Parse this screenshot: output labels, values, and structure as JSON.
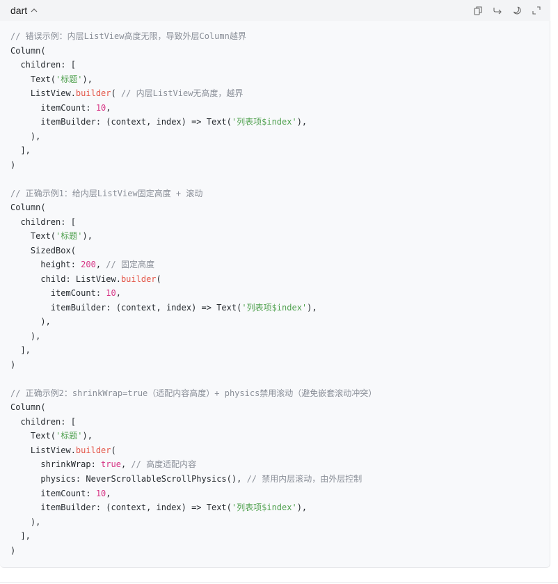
{
  "header": {
    "language": "dart",
    "collapse_icon": "chevron-up-icon",
    "actions": [
      {
        "name": "copy",
        "icon": "copy-icon"
      },
      {
        "name": "wrap",
        "icon": "wrap-arrow-icon"
      },
      {
        "name": "theme",
        "icon": "moon-icon"
      },
      {
        "name": "fullscreen",
        "icon": "expand-icon"
      }
    ]
  },
  "code": {
    "lines": [
      [
        {
          "t": "// 错误示例：内层ListView高度无限，导致外层Column越界",
          "c": "cm"
        }
      ],
      [
        {
          "t": "Column(",
          "c": ""
        }
      ],
      [
        {
          "t": "  children: [",
          "c": ""
        }
      ],
      [
        {
          "t": "    Text(",
          "c": ""
        },
        {
          "t": "'标题'",
          "c": "str"
        },
        {
          "t": "),",
          "c": ""
        }
      ],
      [
        {
          "t": "    ListView.",
          "c": ""
        },
        {
          "t": "builder",
          "c": "fn"
        },
        {
          "t": "( ",
          "c": ""
        },
        {
          "t": "// 内层ListView无高度，越界",
          "c": "cm"
        }
      ],
      [
        {
          "t": "      itemCount: ",
          "c": ""
        },
        {
          "t": "10",
          "c": "num"
        },
        {
          "t": ",",
          "c": ""
        }
      ],
      [
        {
          "t": "      itemBuilder: (context, index) => Text(",
          "c": ""
        },
        {
          "t": "'列表项$index'",
          "c": "str"
        },
        {
          "t": "),",
          "c": ""
        }
      ],
      [
        {
          "t": "    ),",
          "c": ""
        }
      ],
      [
        {
          "t": "  ],",
          "c": ""
        }
      ],
      [
        {
          "t": ")",
          "c": ""
        }
      ],
      [
        {
          "t": "",
          "c": ""
        }
      ],
      [
        {
          "t": "// 正确示例1：给内层ListView固定高度 + 滚动",
          "c": "cm"
        }
      ],
      [
        {
          "t": "Column(",
          "c": ""
        }
      ],
      [
        {
          "t": "  children: [",
          "c": ""
        }
      ],
      [
        {
          "t": "    Text(",
          "c": ""
        },
        {
          "t": "'标题'",
          "c": "str"
        },
        {
          "t": "),",
          "c": ""
        }
      ],
      [
        {
          "t": "    SizedBox(",
          "c": ""
        }
      ],
      [
        {
          "t": "      height: ",
          "c": ""
        },
        {
          "t": "200",
          "c": "num"
        },
        {
          "t": ", ",
          "c": ""
        },
        {
          "t": "// 固定高度",
          "c": "cm"
        }
      ],
      [
        {
          "t": "      child: ListView.",
          "c": ""
        },
        {
          "t": "builder",
          "c": "fn"
        },
        {
          "t": "(",
          "c": ""
        }
      ],
      [
        {
          "t": "        itemCount: ",
          "c": ""
        },
        {
          "t": "10",
          "c": "num"
        },
        {
          "t": ",",
          "c": ""
        }
      ],
      [
        {
          "t": "        itemBuilder: (context, index) => Text(",
          "c": ""
        },
        {
          "t": "'列表项$index'",
          "c": "str"
        },
        {
          "t": "),",
          "c": ""
        }
      ],
      [
        {
          "t": "      ),",
          "c": ""
        }
      ],
      [
        {
          "t": "    ),",
          "c": ""
        }
      ],
      [
        {
          "t": "  ],",
          "c": ""
        }
      ],
      [
        {
          "t": ")",
          "c": ""
        }
      ],
      [
        {
          "t": "",
          "c": ""
        }
      ],
      [
        {
          "t": "// 正确示例2：shrinkWrap=true（适配内容高度）+ physics禁用滚动（避免嵌套滚动冲突）",
          "c": "cm"
        }
      ],
      [
        {
          "t": "Column(",
          "c": ""
        }
      ],
      [
        {
          "t": "  children: [",
          "c": ""
        }
      ],
      [
        {
          "t": "    Text(",
          "c": ""
        },
        {
          "t": "'标题'",
          "c": "str"
        },
        {
          "t": "),",
          "c": ""
        }
      ],
      [
        {
          "t": "    ListView.",
          "c": ""
        },
        {
          "t": "builder",
          "c": "fn"
        },
        {
          "t": "(",
          "c": ""
        }
      ],
      [
        {
          "t": "      shrinkWrap: ",
          "c": ""
        },
        {
          "t": "true",
          "c": "kw"
        },
        {
          "t": ", ",
          "c": ""
        },
        {
          "t": "// 高度适配内容",
          "c": "cm"
        }
      ],
      [
        {
          "t": "      physics: NeverScrollableScrollPhysics(), ",
          "c": ""
        },
        {
          "t": "// 禁用内层滚动，由外层控制",
          "c": "cm"
        }
      ],
      [
        {
          "t": "      itemCount: ",
          "c": ""
        },
        {
          "t": "10",
          "c": "num"
        },
        {
          "t": ",",
          "c": ""
        }
      ],
      [
        {
          "t": "      itemBuilder: (context, index) => Text(",
          "c": ""
        },
        {
          "t": "'列表项$index'",
          "c": "str"
        },
        {
          "t": "),",
          "c": ""
        }
      ],
      [
        {
          "t": "    ),",
          "c": ""
        }
      ],
      [
        {
          "t": "  ],",
          "c": ""
        }
      ],
      [
        {
          "t": ")",
          "c": ""
        }
      ]
    ]
  },
  "colors": {
    "header_bg": "#f3f4f6",
    "code_bg": "#f8f9fb",
    "comment": "#8a8f98",
    "function": "#e45649",
    "number": "#d63384",
    "string": "#50a14f",
    "text": "#24292e"
  }
}
